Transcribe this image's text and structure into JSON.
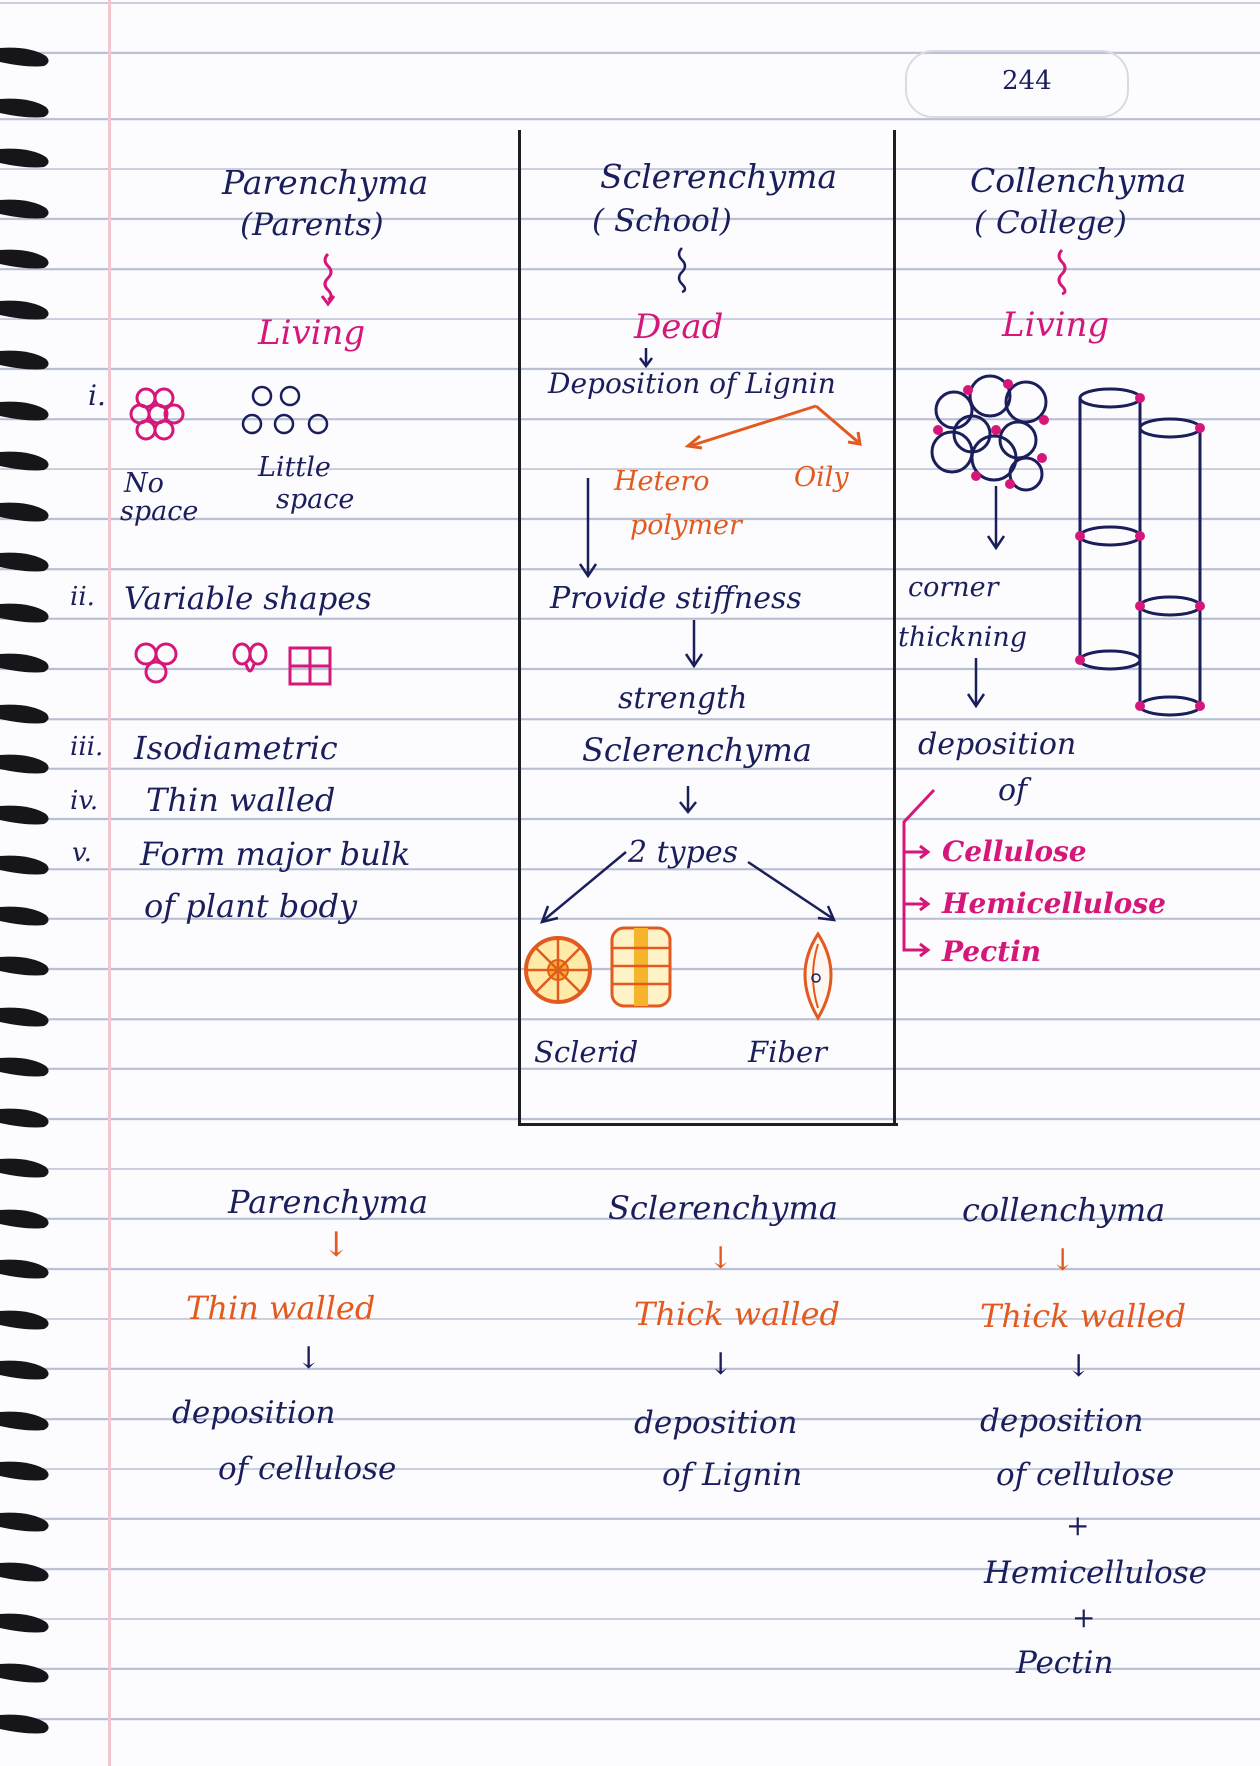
{
  "page_number": "244",
  "columns": [
    {
      "name": "Parenchyma",
      "mnemonic": "(Parents)",
      "status": "Living"
    },
    {
      "name": "Sclerenchyma",
      "mnemonic": "( School)",
      "status": "Dead"
    },
    {
      "name": "Collenchyma",
      "mnemonic": "( College)",
      "status": "Living"
    }
  ],
  "parenchyma": {
    "roman": [
      "i.",
      "ii.",
      "iii.",
      "iv.",
      "v."
    ],
    "no_space": [
      "No",
      "space"
    ],
    "little_space": [
      "Little",
      "space"
    ],
    "p2": "Variable shapes",
    "p3": "Isodiametric",
    "p4": "Thin walled",
    "p5": [
      "Form major bulk",
      "of plant body"
    ]
  },
  "sclerenchyma": {
    "deposition": "Deposition of Lignin",
    "branch_left": [
      "Hetero",
      "polymer"
    ],
    "branch_right": "Oily",
    "stiffness": "Provide stiffness",
    "strength": [
      "strength",
      "Sclerenchyma"
    ],
    "types": "2 types",
    "type_left": "Sclerid",
    "type_right": "Fiber"
  },
  "collenchyma": {
    "corner": [
      "corner",
      "thickning"
    ],
    "deposition": [
      "deposition",
      "of"
    ],
    "items": [
      "Cellulose",
      "Hemicellulose",
      "Pectin"
    ]
  },
  "summary": [
    {
      "name": "Parenchyma",
      "wall": "Thin walled",
      "lines": [
        "deposition",
        "of cellulose"
      ]
    },
    {
      "name": "Sclerenchyma",
      "wall": "Thick walled",
      "lines": [
        "deposition",
        "of Lignin"
      ]
    },
    {
      "name": "collenchyma",
      "wall": "Thick walled",
      "lines": [
        "deposition",
        "of cellulose",
        "+",
        "Hemicellulose",
        "+",
        "Pectin"
      ]
    }
  ],
  "symbols": {
    "arrow": "↓",
    "plus": "+"
  }
}
